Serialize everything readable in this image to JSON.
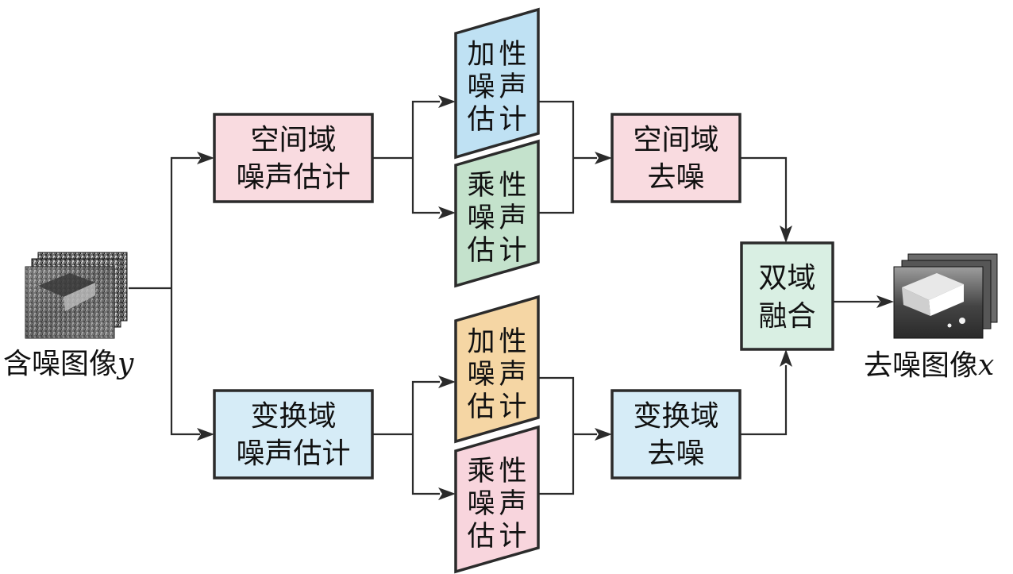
{
  "colors": {
    "spatial_box": "#f9dbe0",
    "transform_box": "#d6ecf7",
    "fusion_box": "#d9efe3",
    "add_noise_spatial": "#bfe1f3",
    "mult_noise_spatial": "#c4e2cc",
    "add_noise_transform": "#f5d6a4",
    "mult_noise_transform": "#f8d5dd",
    "stroke": "#2b2b2b"
  },
  "input": {
    "label": "含噪图像",
    "var": "y"
  },
  "output": {
    "label": "去噪图像",
    "var": "x"
  },
  "spatial_estimation": {
    "line1": "空间域",
    "line2": "噪声估计"
  },
  "transform_estimation": {
    "line1": "变换域",
    "line2": "噪声估计"
  },
  "spatial_add": {
    "c1": "加",
    "c2": "性",
    "c3": "噪",
    "c4": "声",
    "c5": "估",
    "c6": "计"
  },
  "spatial_mult": {
    "c1": "乘",
    "c2": "性",
    "c3": "噪",
    "c4": "声",
    "c5": "估",
    "c6": "计"
  },
  "transform_add": {
    "c1": "加",
    "c2": "性",
    "c3": "噪",
    "c4": "声",
    "c5": "估",
    "c6": "计"
  },
  "transform_mult": {
    "c1": "乘",
    "c2": "性",
    "c3": "噪",
    "c4": "声",
    "c5": "估",
    "c6": "计"
  },
  "spatial_denoise": {
    "line1": "空间域",
    "line2": "去噪"
  },
  "transform_denoise": {
    "line1": "变换域",
    "line2": "去噪"
  },
  "fusion": {
    "line1": "双域",
    "line2": "融合"
  }
}
